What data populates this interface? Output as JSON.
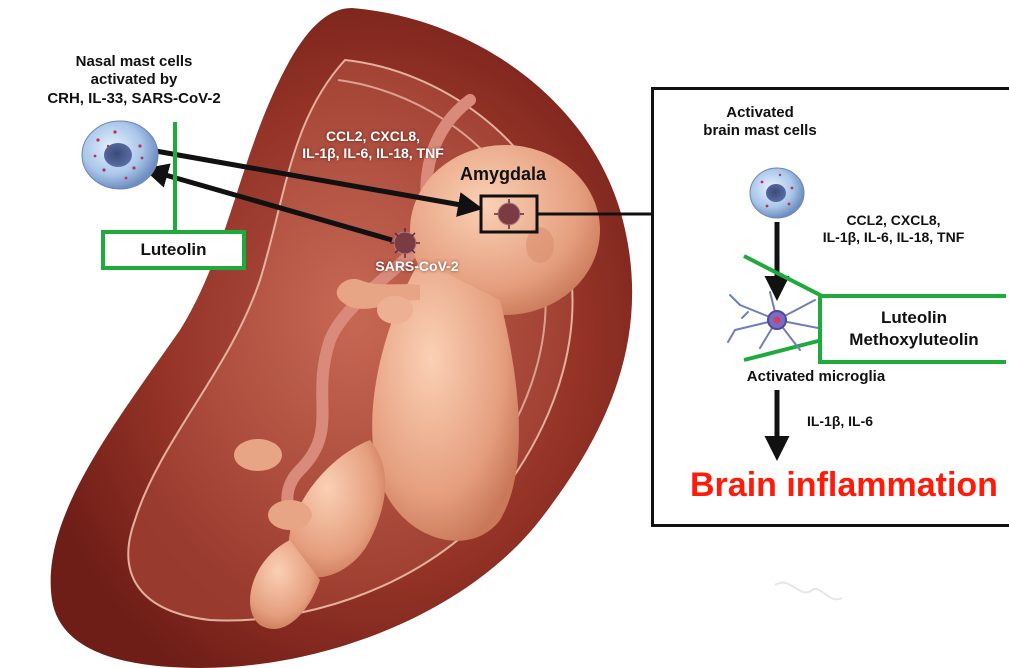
{
  "left_labels": {
    "nasal_mast_cells": [
      "Nasal mast cells",
      "activated by",
      "CRH, IL-33,  SARS-CoV-2"
    ],
    "luteolin_box": "Luteolin",
    "cytokines_to_brain": [
      "CCL2, CXCL8,",
      "IL-1β, IL-6, IL-18, TNF"
    ],
    "amygdala": "Amygdala",
    "virus_label": "SARS-CoV-2"
  },
  "right_panel": {
    "activated_brain_mast_cells": [
      "Activated",
      "brain mast cells"
    ],
    "cytokines": [
      "CCL2, CXCL8,",
      "IL-1β, IL-6, IL-18, TNF"
    ],
    "inhibitor_box": [
      "Luteolin",
      "Methoxyluteolin"
    ],
    "activated_microglia": "Activated microglia",
    "microglia_cytokines": "IL-1β, IL-6",
    "outcome": "Brain inflammation"
  },
  "colors": {
    "uterus": "#8e2a22",
    "amniotic_inner": "#a8463a",
    "fetus_skin": "#e8a585",
    "green_box": "#1faa3c",
    "outcome_red": "#ff1a0a",
    "mast_cell": "#9fc0ea"
  },
  "icons": [
    "mast-cell-icon",
    "virus-icon",
    "microglia-icon",
    "fetus-illustration"
  ]
}
